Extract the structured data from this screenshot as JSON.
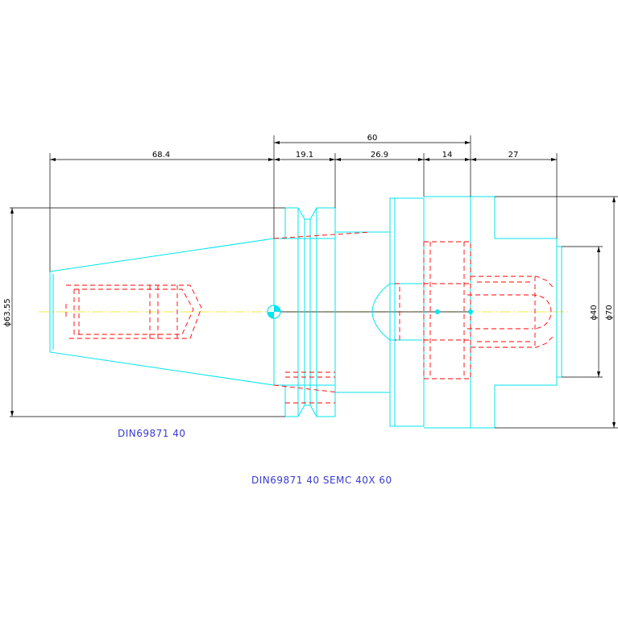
{
  "colors": {
    "outline": "#00e5ee",
    "hidden": "#ff0000",
    "centerline": "#e6e600",
    "dimension": "#000000",
    "caption": "#3a3ad0",
    "background": "#ffffff"
  },
  "dimensions": {
    "total_front": "60",
    "taper_length": "68.4",
    "flange": "19.1",
    "neck": "26.9",
    "body": "14",
    "nose": "27",
    "taper_dia": "ϕ63.55",
    "bore_dia": "ϕ40",
    "body_dia": "ϕ70"
  },
  "captions": {
    "shank_standard": "DIN69871 40",
    "full_designation": "DIN69871 40 SEMC 40X 60"
  }
}
